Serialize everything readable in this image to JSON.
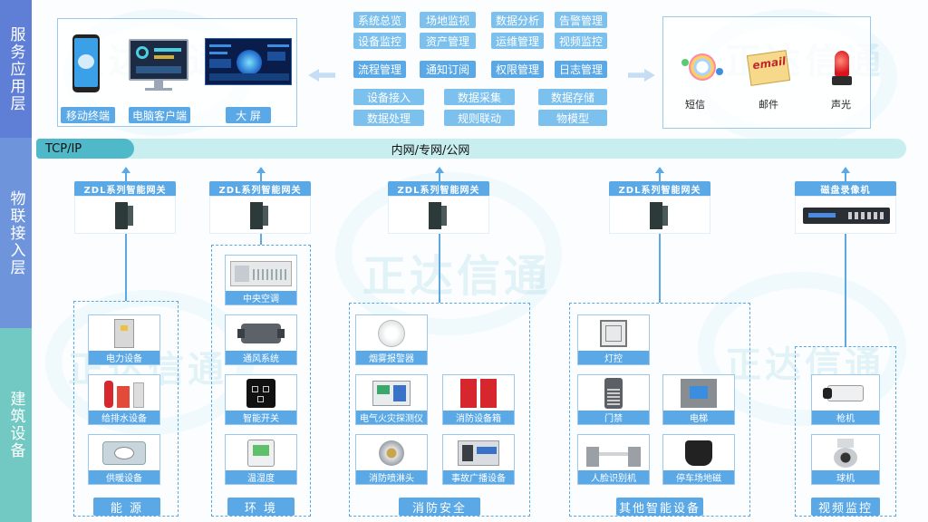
{
  "layers": {
    "service": "服务应用层",
    "iot": "物联接入层",
    "building": "建筑设备"
  },
  "watermark": "正达信通",
  "terminals": {
    "mobile": "移动终端",
    "pc": "电脑客户端",
    "screen": "大 屏"
  },
  "functions_row1": [
    "系统总览",
    "场地监视",
    "数据分析",
    "告警管理"
  ],
  "functions_row2": [
    "设备监控",
    "资产管理",
    "运维管理",
    "视频监控"
  ],
  "functions_row3": [
    "流程管理",
    "通知订阅",
    "权限管理",
    "日志管理"
  ],
  "functions_row4": [
    "设备接入",
    "数据采集",
    "数据存储"
  ],
  "functions_row5": [
    "数据处理",
    "规则联动",
    "物模型"
  ],
  "notify": {
    "sms": "短信",
    "mail": "邮件",
    "mail_logo": "email",
    "sound": "声光"
  },
  "network": {
    "protocol": "TCP/IP",
    "types": "内网/专网/公网"
  },
  "gateways": {
    "zdl": "ZDL系列智能网关",
    "nvr": "磁盘录像机"
  },
  "groups": {
    "energy": {
      "title": "能 源",
      "items": [
        "电力设备",
        "给排水设备",
        "供暖设备"
      ]
    },
    "env": {
      "title": "环 境",
      "items": [
        "中央空调",
        "通风系统",
        "智能开关",
        "温湿度"
      ]
    },
    "fire": {
      "title": "消防安全",
      "items": [
        "烟雾报警器",
        "电气火灾探测仪",
        "消防设备箱",
        "消防喷淋头",
        "事故广播设备"
      ]
    },
    "other": {
      "title": "其他智能设备",
      "items": [
        "灯控",
        "门禁",
        "电梯",
        "人脸识别机",
        "停车场地磁"
      ]
    },
    "video": {
      "title": "视频监控",
      "items": [
        "枪机",
        "球机"
      ]
    }
  },
  "colors": {
    "accent": "#5aa9e6",
    "service_bar": "#5f7fd6",
    "iot_bar": "#6e95dc",
    "building_bar": "#72c9c4",
    "network_bar": "#c9eef0"
  }
}
